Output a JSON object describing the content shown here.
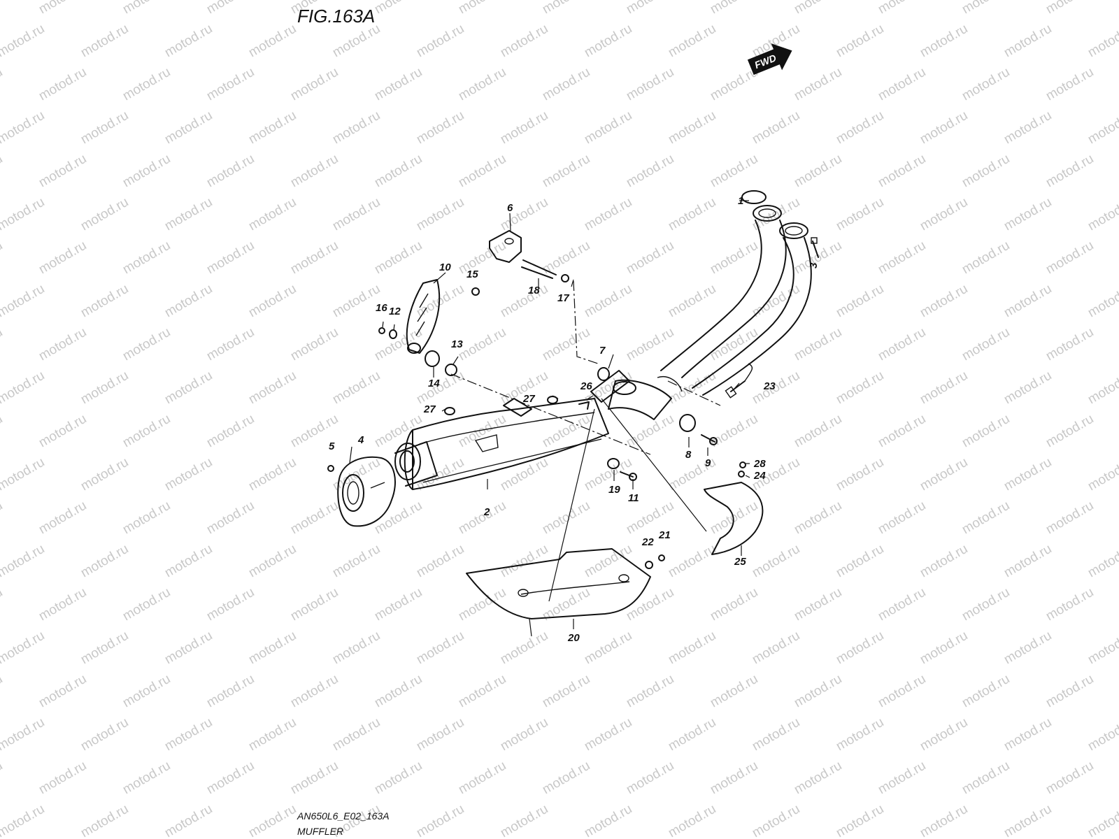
{
  "figure": {
    "title": "FIG.163A",
    "code": "AN650L6_E02_163A",
    "name": "MUFFLER",
    "direction_label": "FWD"
  },
  "watermark": {
    "text": "motod.ru"
  },
  "parts": [
    {
      "ref": "1"
    },
    {
      "ref": "2"
    },
    {
      "ref": "3"
    },
    {
      "ref": "4"
    },
    {
      "ref": "5"
    },
    {
      "ref": "6"
    },
    {
      "ref": "7"
    },
    {
      "ref": "8"
    },
    {
      "ref": "9"
    },
    {
      "ref": "10"
    },
    {
      "ref": "11"
    },
    {
      "ref": "12"
    },
    {
      "ref": "13"
    },
    {
      "ref": "14"
    },
    {
      "ref": "15"
    },
    {
      "ref": "16"
    },
    {
      "ref": "17"
    },
    {
      "ref": "18"
    },
    {
      "ref": "19"
    },
    {
      "ref": "20"
    },
    {
      "ref": "21"
    },
    {
      "ref": "22"
    },
    {
      "ref": "23"
    },
    {
      "ref": "24"
    },
    {
      "ref": "25"
    },
    {
      "ref": "26"
    },
    {
      "ref": "27"
    },
    {
      "ref": "27"
    },
    {
      "ref": "28"
    }
  ]
}
